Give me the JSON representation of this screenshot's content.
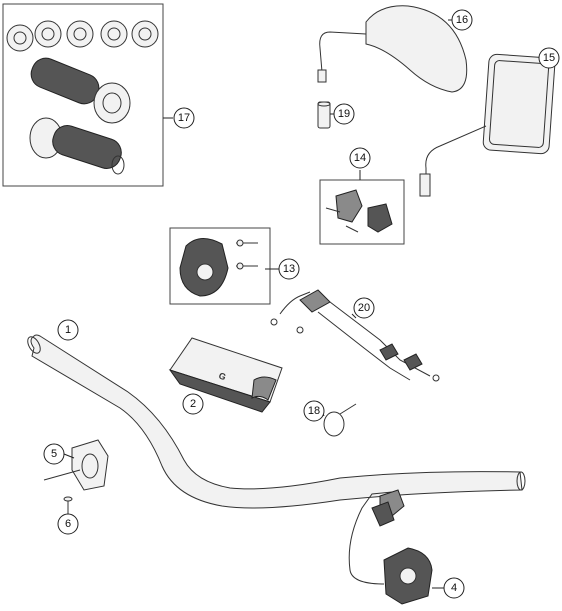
{
  "callouts": {
    "c1": "1",
    "c2": "2",
    "c4": "4",
    "c5": "5",
    "c6": "6",
    "c13": "13",
    "c14": "14",
    "c15": "15",
    "c16": "16",
    "c17": "17",
    "c18": "18",
    "c19": "19",
    "c20": "20"
  },
  "colors": {
    "line": "#222222",
    "part_fill": "#f2f2f2",
    "part_dark": "#555555"
  }
}
